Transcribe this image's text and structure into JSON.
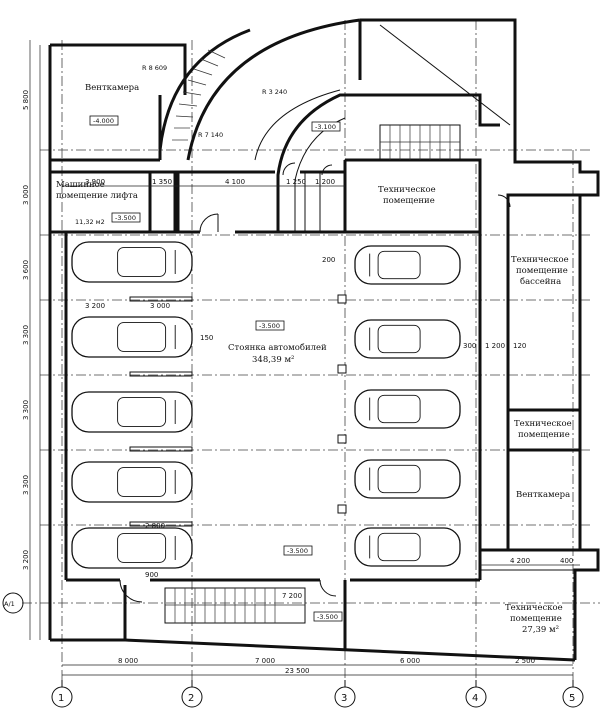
{
  "rooms": {
    "ventkamera_top": "Венткамера",
    "machine_room_1": "Машинное",
    "machine_room_2": "помещение лифта",
    "machine_room_area": "11,32 м2",
    "tech_top_1": "Техническое",
    "tech_top_2": "помещение",
    "pool_1": "Техническое",
    "pool_2": "помещение",
    "pool_3": "бассейна",
    "tech_mid_1": "Техническое",
    "tech_mid_2": "помещение",
    "ventkamera_right": "Венткамера",
    "parking_1": "Стоянка автомобилей",
    "parking_2": "348,39 м²",
    "tech_bottom_1": "Техническое",
    "tech_bottom_2": "помещение",
    "tech_bottom_3": "27,39 м²"
  },
  "levels": {
    "l1": "-4.000",
    "l2": "-3.500",
    "l3": "-3.100",
    "l4": "-3.500",
    "l5": "-3.500",
    "l6": "-3.500"
  },
  "radii": {
    "r1": "R 8 609",
    "r2": "R 7 140",
    "r3": "R 3 240"
  },
  "dims": {
    "total": "23 500",
    "span1": "8 000",
    "span2": "7 000",
    "span3": "6 000",
    "span4": "2 500",
    "d_4100": "4 100",
    "d_1350": "1 350",
    "d_3900": "3 900",
    "d_1250": "1 250",
    "d_1200a": "1 200",
    "d_1200b": "1 200",
    "d_3200": "3 200",
    "d_3000": "3 000",
    "d_2800": "2 800",
    "d_4200": "4 200",
    "d_7200": "7 200",
    "d_400": "400",
    "d_300": "300",
    "d_200": "200",
    "d_150": "150",
    "d_120": "120",
    "d_900": "900",
    "v_5800": "5 800",
    "v_3000": "3 000",
    "v_3600": "3 600",
    "v_3300a": "3 300",
    "v_3300b": "3 300",
    "v_3300c": "3 300",
    "v_3200": "3 200"
  },
  "axes": {
    "a1": "1",
    "a2": "2",
    "a3": "3",
    "a4": "4",
    "a5": "5",
    "row_a1": "А/1"
  }
}
